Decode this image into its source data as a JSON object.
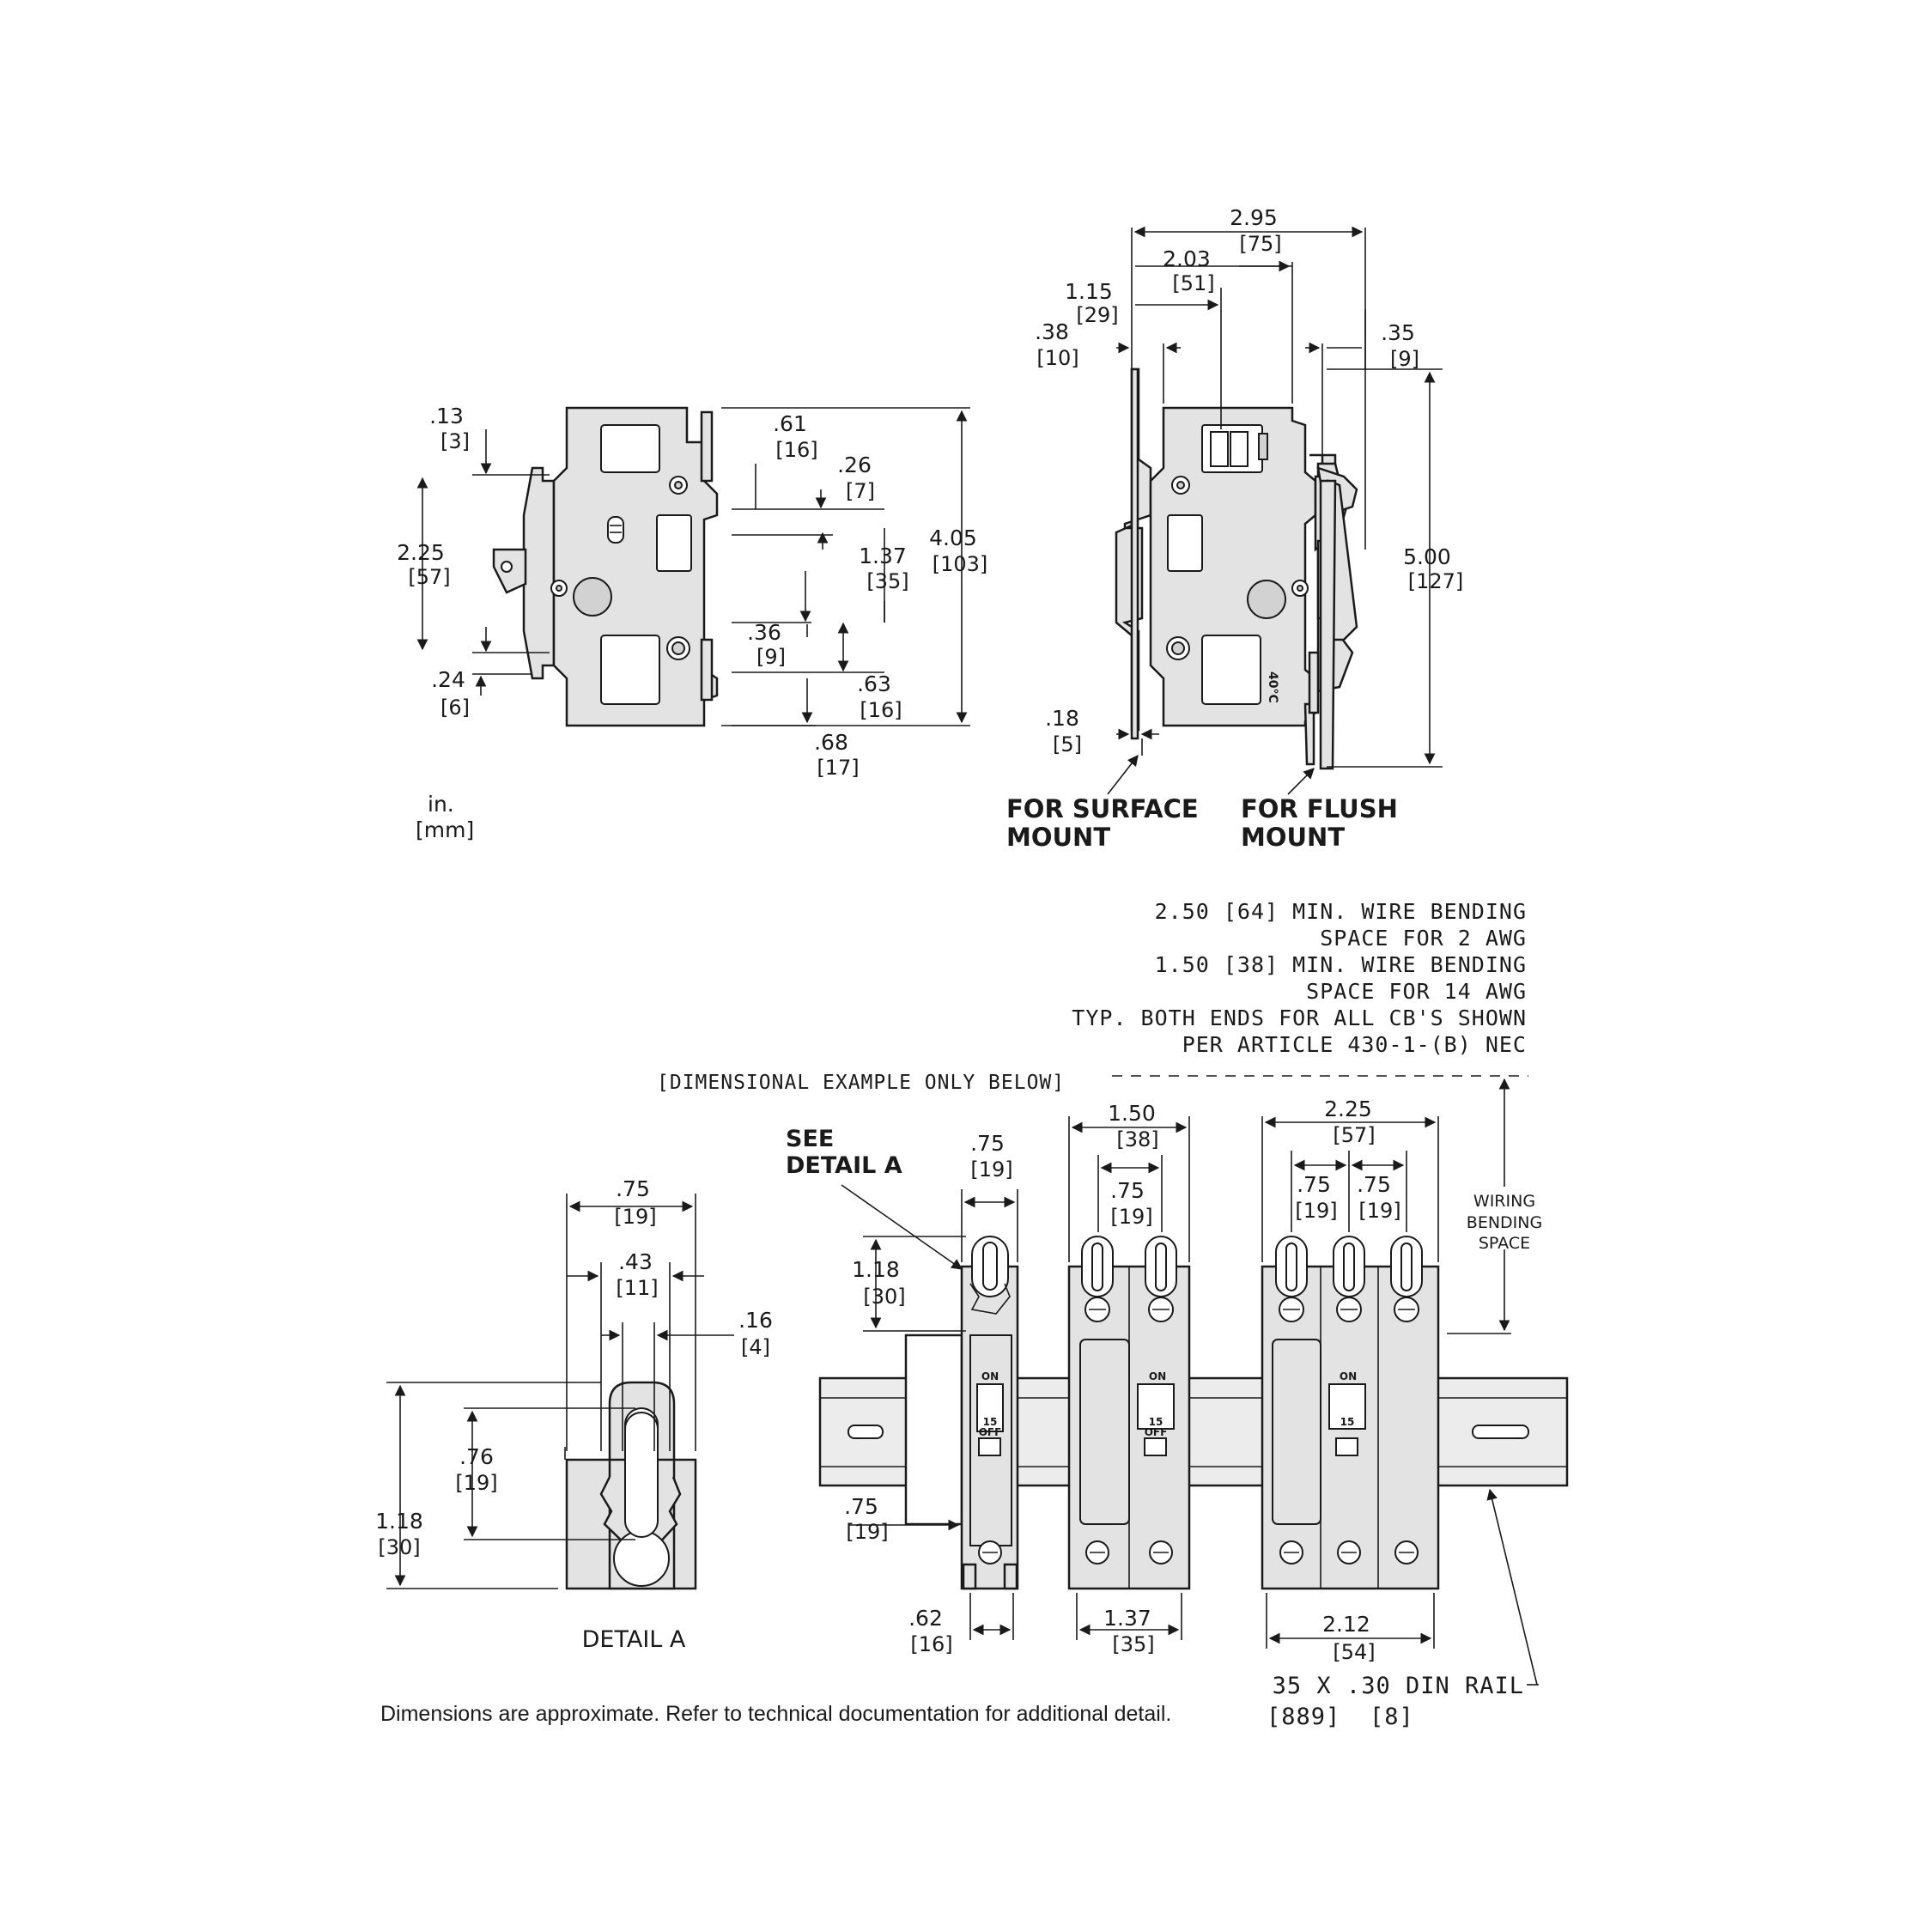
{
  "units": {
    "inch": "in.",
    "mm": "[mm]"
  },
  "top_left_view": {
    "dims": [
      {
        "in": ".13",
        "mm": "[3]"
      },
      {
        "in": "2.25",
        "mm": "[57]"
      },
      {
        "in": ".24",
        "mm": "[6]"
      },
      {
        "in": ".61",
        "mm": "[16]"
      },
      {
        "in": ".26",
        "mm": "[7]"
      },
      {
        "in": "1.37",
        "mm": "[35]"
      },
      {
        "in": "4.05",
        "mm": "[103]"
      },
      {
        "in": ".36",
        "mm": "[9]"
      },
      {
        "in": ".63",
        "mm": "[16]"
      },
      {
        "in": ".68",
        "mm": "[17]"
      }
    ]
  },
  "top_right_view": {
    "dims": [
      {
        "in": "2.95",
        "mm": "[75]"
      },
      {
        "in": "2.03",
        "mm": "[51]"
      },
      {
        "in": "1.15",
        "mm": "[29]"
      },
      {
        "in": ".38",
        "mm": "[10]"
      },
      {
        "in": ".35",
        "mm": "[9]"
      },
      {
        "in": "5.00",
        "mm": "[127]"
      },
      {
        "in": ".18",
        "mm": "[5]"
      }
    ],
    "temp_label": "40°C",
    "surface_mount": [
      "FOR SURFACE",
      "MOUNT"
    ],
    "flush_mount": [
      "FOR FLUSH",
      "MOUNT"
    ]
  },
  "notes": {
    "wire_bending": [
      "2.50 [64] MIN. WIRE BENDING",
      "SPACE FOR 2 AWG",
      "1.50 [38] MIN. WIRE BENDING",
      "SPACE FOR 14 AWG",
      "TYP. BOTH ENDS FOR ALL CB'S SHOWN",
      "PER ARTICLE 430-1-(B) NEC"
    ],
    "dimensional_example": "[DIMENSIONAL EXAMPLE ONLY BELOW]",
    "wiring_bending_space": [
      "WIRING",
      "BENDING",
      "SPACE"
    ],
    "see_detail": [
      "SEE",
      "DETAIL A"
    ]
  },
  "detail_a": {
    "title": "DETAIL A",
    "dims": [
      {
        "in": ".75",
        "mm": "[19]"
      },
      {
        "in": ".43",
        "mm": "[11]"
      },
      {
        "in": ".16",
        "mm": "[4]"
      },
      {
        "in": ".76",
        "mm": "[19]"
      },
      {
        "in": "1.18",
        "mm": "[30]"
      }
    ]
  },
  "breakers": {
    "on_label": "ON",
    "off_label": "OFF",
    "rating": "15",
    "dims": [
      {
        "in": ".75",
        "mm": "[19]"
      },
      {
        "in": "1.18",
        "mm": "[30]"
      },
      {
        "in": ".75",
        "mm": "[19]"
      },
      {
        "in": ".62",
        "mm": "[16]"
      },
      {
        "in": "1.50",
        "mm": "[38]"
      },
      {
        "in": ".75",
        "mm": "[19]"
      },
      {
        "in": "1.37",
        "mm": "[35]"
      },
      {
        "in": "2.25",
        "mm": "[57]"
      },
      {
        "in": ".75",
        "mm": "[19]"
      },
      {
        "in": ".75",
        "mm": "[19]"
      },
      {
        "in": "2.12",
        "mm": "[54]"
      }
    ],
    "din_rail": "35 X .30 DIN RAIL",
    "din_rail_mm": [
      "[889]",
      "[8]"
    ]
  },
  "footer": "Dimensions are approximate. Refer to technical documentation for additional detail."
}
